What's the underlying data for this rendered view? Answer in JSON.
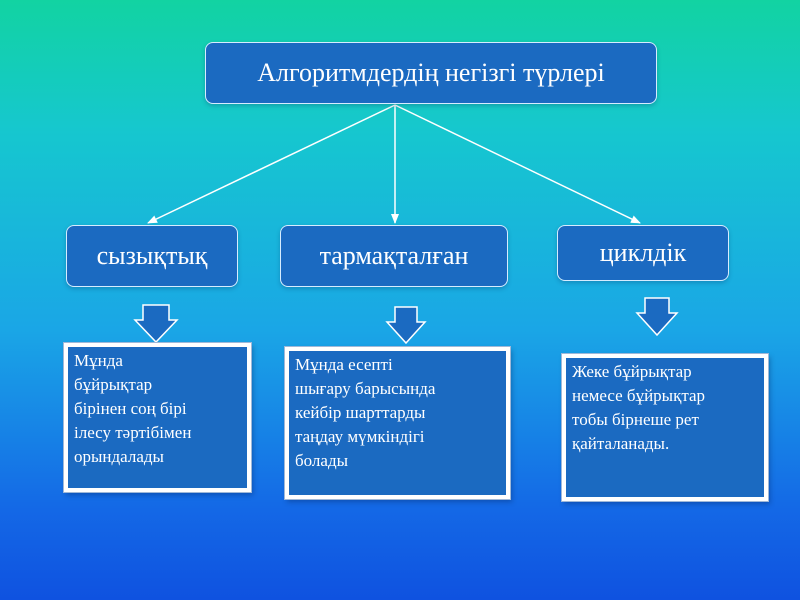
{
  "diagram": {
    "title": "Алгоритмдердің негізгі түрлері",
    "categories": [
      {
        "label": "сызықтық",
        "description_lines": [
          "Мұнда",
          "бұйрықтар",
          "бірінен соң бірі",
          "ілесу тәртібімен",
          "орындалады"
        ]
      },
      {
        "label": "тармақталған",
        "description_lines": [
          "Мұнда есепті",
          "шығару барысында",
          "кейбір шарттарды",
          "таңдау мүмкіндігі",
          "болады"
        ]
      },
      {
        "label": "циклдік",
        "description_lines": [
          "Жеке бұйрықтар",
          "немесе бұйрықтар",
          "тобы бірнеше рет",
          "қайталанады."
        ]
      }
    ],
    "colors": {
      "box_fill": "#1b6ac1",
      "box_text": "#ffffff",
      "connector": "#ffffff",
      "arrow_fill": "#1b6ac1"
    }
  }
}
